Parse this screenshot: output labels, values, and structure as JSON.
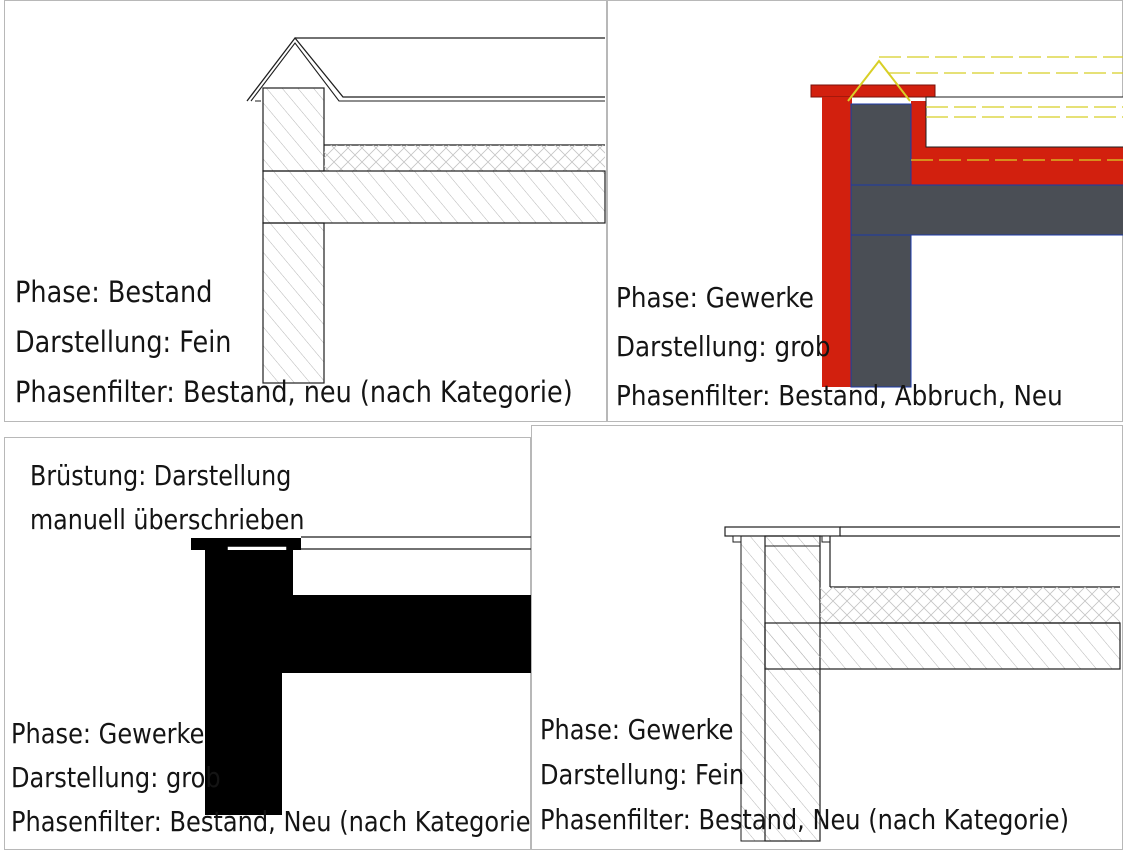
{
  "colors": {
    "hatch": "#b5b5b5",
    "line": "#1e1e1e",
    "demolition_red": "#d2200e",
    "existing_gray": "#4a4e55",
    "new_blue": "#1c3aa8",
    "yellow": "#d8cf26",
    "solid": "#000000"
  },
  "panels": [
    {
      "id": "top-left",
      "lines": [
        "Phase: Bestand",
        "Darstellung: Fein",
        "Phasenfilter: Bestand, neu (nach Kategorie)"
      ]
    },
    {
      "id": "top-right",
      "lines": [
        "Phase: Gewerke",
        "Darstellung: grob",
        "Phasenfilter: Bestand, Abbruch, Neu"
      ]
    },
    {
      "id": "bottom-left",
      "note": [
        "Brüstung: Darstellung",
        "manuell überschrieben"
      ],
      "lines": [
        "Phase: Gewerke",
        "Darstellung: grob",
        "Phasenfilter: Bestand, Neu (nach Kategorie)"
      ]
    },
    {
      "id": "bottom-right",
      "lines": [
        "Phase: Gewerke",
        "Darstellung: Fein",
        "Phasenfilter: Bestand, Neu (nach Kategorie)"
      ]
    }
  ]
}
